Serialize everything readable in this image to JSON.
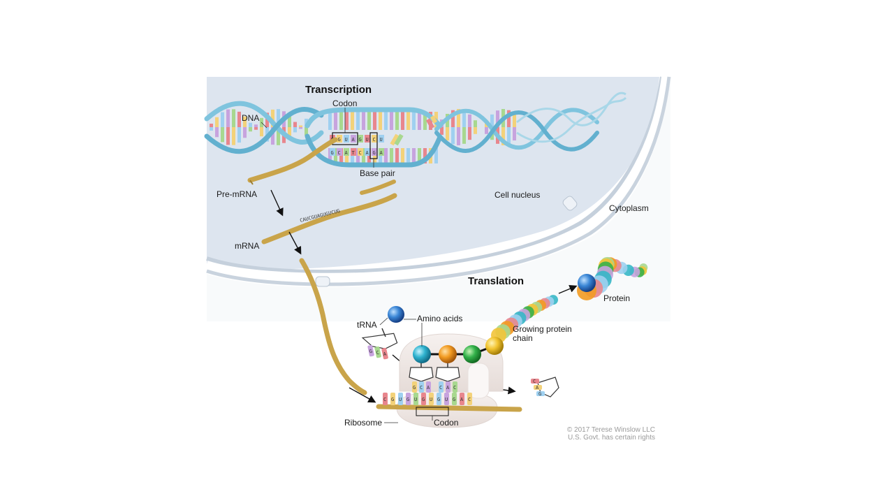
{
  "diagram": {
    "sections": {
      "transcription": "Transcription",
      "translation": "Translation"
    },
    "labels": {
      "dna": "DNA",
      "codon_top": "Codon",
      "base_pair": "Base pair",
      "pre_mrna": "Pre-mRNA",
      "mrna": "mRNA",
      "cell_nucleus": "Cell nucleus",
      "cytoplasm": "Cytoplasm",
      "trna": "tRNA",
      "amino_acids": "Amino acids",
      "growing_chain_line1": "Growing protein",
      "growing_chain_line2": "chain",
      "protein": "Protein",
      "ribosome": "Ribosome",
      "codon_bottom": "Codon"
    },
    "dna_bases_top": [
      "C",
      "G",
      "U",
      "A",
      "G",
      "U",
      "C",
      "U"
    ],
    "dna_bases_bottom": [
      "G",
      "C",
      "A",
      "T",
      "C",
      "A",
      "G",
      "A"
    ],
    "mrna_sequence": "CAUCGUAGUGUCUG",
    "trna_anticodon": [
      "G",
      "C",
      "A"
    ],
    "ribosome_anticodons": [
      [
        "G",
        "C",
        "A"
      ],
      [
        "C",
        "A",
        "C"
      ]
    ],
    "ribosome_mrna_bases": [
      "C",
      "G",
      "U",
      "G",
      "U",
      "G",
      "U",
      "G",
      "U",
      "G",
      "A",
      "C"
    ],
    "exit_trna_bases": [
      "C",
      "A",
      "G"
    ],
    "copyright_line1": "© 2017 Terese Winslow LLC",
    "copyright_line2": "U.S. Govt. has certain rights",
    "colors": {
      "nucleus_fill": "#dfe6f0",
      "membrane": "#f3f6fa",
      "dna_backbone": "#7fc4de",
      "mrna_strand": "#c9a44a",
      "ribosome": "#f2ece9",
      "base_colors": [
        "#e8868d",
        "#f3d27a",
        "#9fd0f0",
        "#c7a3de",
        "#a8d88f"
      ],
      "amino_colors": [
        "#2f8fd0",
        "#36b7c6",
        "#f2a12a",
        "#38b04a",
        "#f2c43a"
      ]
    }
  }
}
